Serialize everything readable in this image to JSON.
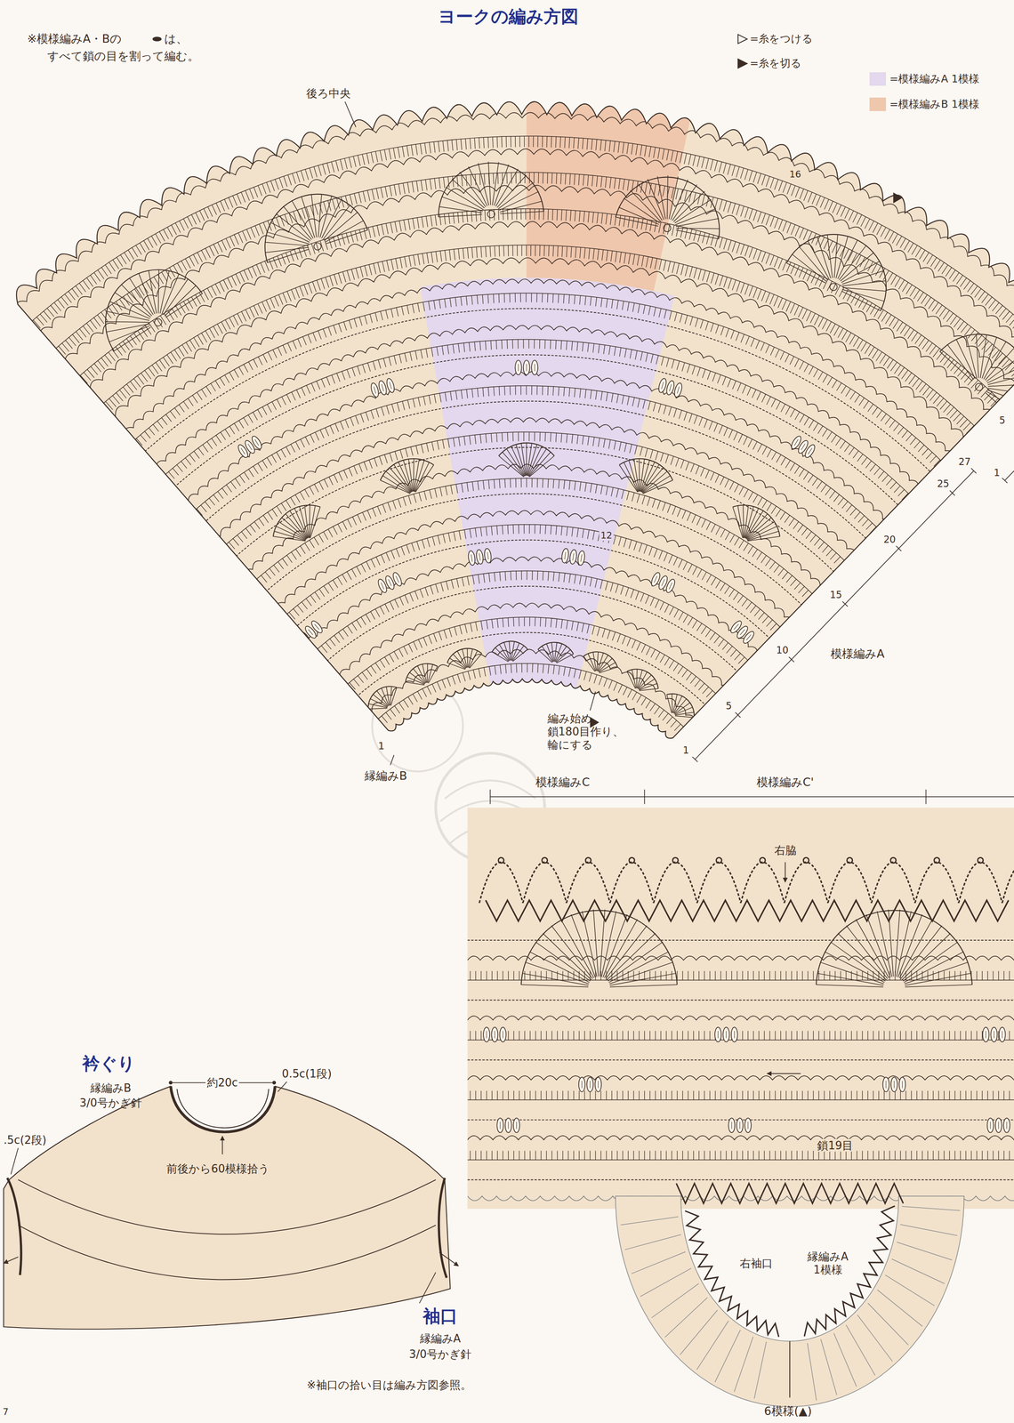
{
  "diagram": {
    "title": "ヨークの編み方図",
    "labels": [
      "※模様編みA・Bの",
      "は、",
      "すべて鎖の目を割って編む。",
      "後ろ中央",
      "16",
      "12",
      "5",
      "1",
      "27",
      "25",
      "20",
      "15",
      "10",
      "5",
      "1",
      "模様編みA",
      "編み始め 鎖180目作り、輪にする",
      "1",
      "縁編みB",
      "模様編みC",
      "模様編みC'",
      "右脇",
      "鎖19目",
      "右袖口",
      "縁編みA 1模様",
      "6模様(▲)",
      "衿ぐり",
      "縁編みB",
      "3/0号かぎ針",
      "約20c",
      "0.5c(1段)",
      ".5c(2段)",
      "前後から60模様拾う",
      "袖口",
      "縁編みA",
      "3/0号かぎ針",
      "※袖口の拾い目は編み方図参照。",
      "7"
    ],
    "legend": [
      {
        "text": "=糸をつける"
      },
      {
        "text": "=糸を切る"
      },
      {
        "text": "=模様編みA 1模様",
        "color": "#e3d8ee"
      },
      {
        "text": "=模様編みB 1模様",
        "color": "#efc7ad"
      }
    ]
  }
}
